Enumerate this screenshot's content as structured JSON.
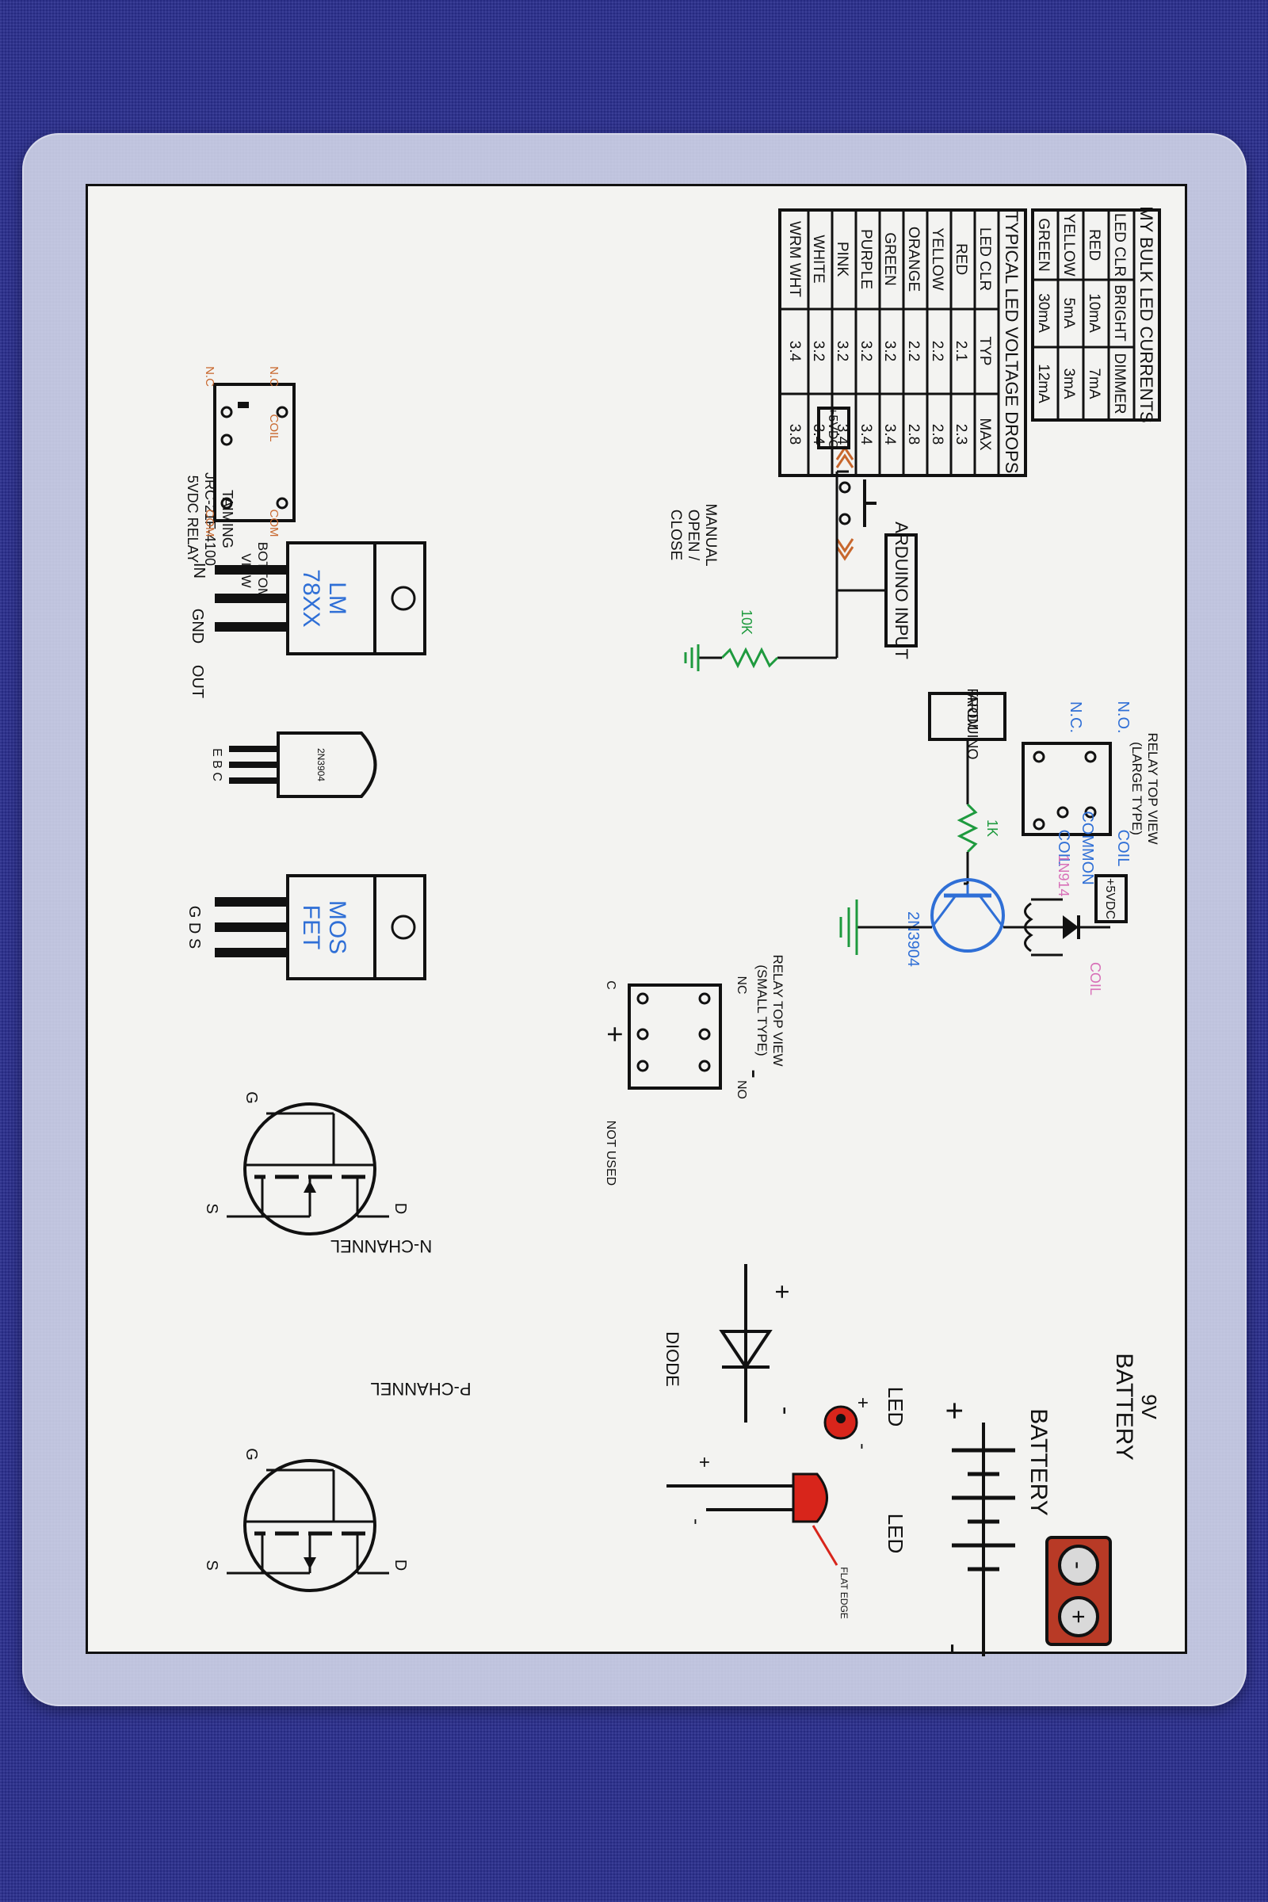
{
  "labels": {
    "battery_9v_1": "9V",
    "battery_9v_2": "BATTERY",
    "battery_symbol": "BATTERY",
    "led_round": "LED",
    "led_side": "LED",
    "flat_edge": "FLAT EDGE",
    "diode": "DIODE",
    "n_channel": "N-CHANNEL",
    "p_channel": "P-CHANNEL",
    "relay_large": [
      "RELAY TOP VIEW",
      "(LARGE TYPE)"
    ],
    "relay_small": [
      "RELAY TOP VIEW",
      "(SMALL TYPE)"
    ],
    "relay_bottom": [
      "TAIMING",
      "JRC-21F-4100",
      "5VDC RELAY"
    ],
    "bottom_view": [
      "BOTTOM",
      "VIEW"
    ],
    "manual_switch": [
      "MANUAL",
      "OPEN /",
      "CLOSE"
    ],
    "plus5vdc": "+5VDC",
    "arduino_input": "ARDUINO INPUT",
    "from_arduino": [
      "FROM",
      "ARDUINO"
    ],
    "r10k": "10K",
    "r1k": "1K",
    "d1n914": "1N914",
    "coil": "COIL",
    "q2n3904": "2N3904",
    "to92_mark": "2N3904",
    "lm78xx": [
      "LM",
      "78XX"
    ],
    "mosfet": [
      "MOS",
      "FET"
    ],
    "pins_reg": [
      "IN",
      "GND",
      "OUT"
    ],
    "pins_to92": "E B C",
    "pins_fet": "G D S",
    "no": "N.O.",
    "nc": "N.C.",
    "no_small": "NO",
    "nc_small": "NC",
    "c_small": "C",
    "not_used": "NOT USED",
    "coil_common": [
      "COIL",
      "COMMON",
      "COIL"
    ],
    "nc_bottom": [
      "N.C",
      "N.C"
    ],
    "coil_bottom": "COIL",
    "com_bottom": [
      "COM",
      "COM"
    ],
    "mosfet_pins": [
      "G",
      "D",
      "S"
    ],
    "plus": "+",
    "minus": "-"
  },
  "bulk_table": {
    "title": "MY BULK LED CURRENTS",
    "headers": [
      "LED CLR",
      "BRIGHT",
      "DIMMER"
    ],
    "rows": [
      [
        "RED",
        "10mA",
        "7mA"
      ],
      [
        "YELLOW",
        "5mA",
        "3mA"
      ],
      [
        "GREEN",
        "30mA",
        "12mA"
      ]
    ]
  },
  "drops_table": {
    "title": "TYPICAL LED VOLTAGE DROPS",
    "headers": [
      "LED CLR",
      "TYP",
      "MAX"
    ],
    "rows": [
      [
        "RED",
        "2.1",
        "2.3"
      ],
      [
        "YELLOW",
        "2.2",
        "2.8"
      ],
      [
        "ORANGE",
        "2.2",
        "2.8"
      ],
      [
        "GREEN",
        "3.2",
        "3.4"
      ],
      [
        "PURPLE",
        "3.2",
        "3.4"
      ],
      [
        "PINK",
        "3.2",
        "3.4"
      ],
      [
        "WHITE",
        "3.2",
        "3.4"
      ],
      [
        "WRM WHT",
        "3.4",
        "3.8"
      ]
    ]
  },
  "colors": {
    "ink": "#111111",
    "blue": "#2f6fd6",
    "green": "#1e9a3e",
    "orange": "#c8672d",
    "pink": "#d870b8",
    "battery_red": "#b83a26",
    "led_red": "#d8251b"
  }
}
